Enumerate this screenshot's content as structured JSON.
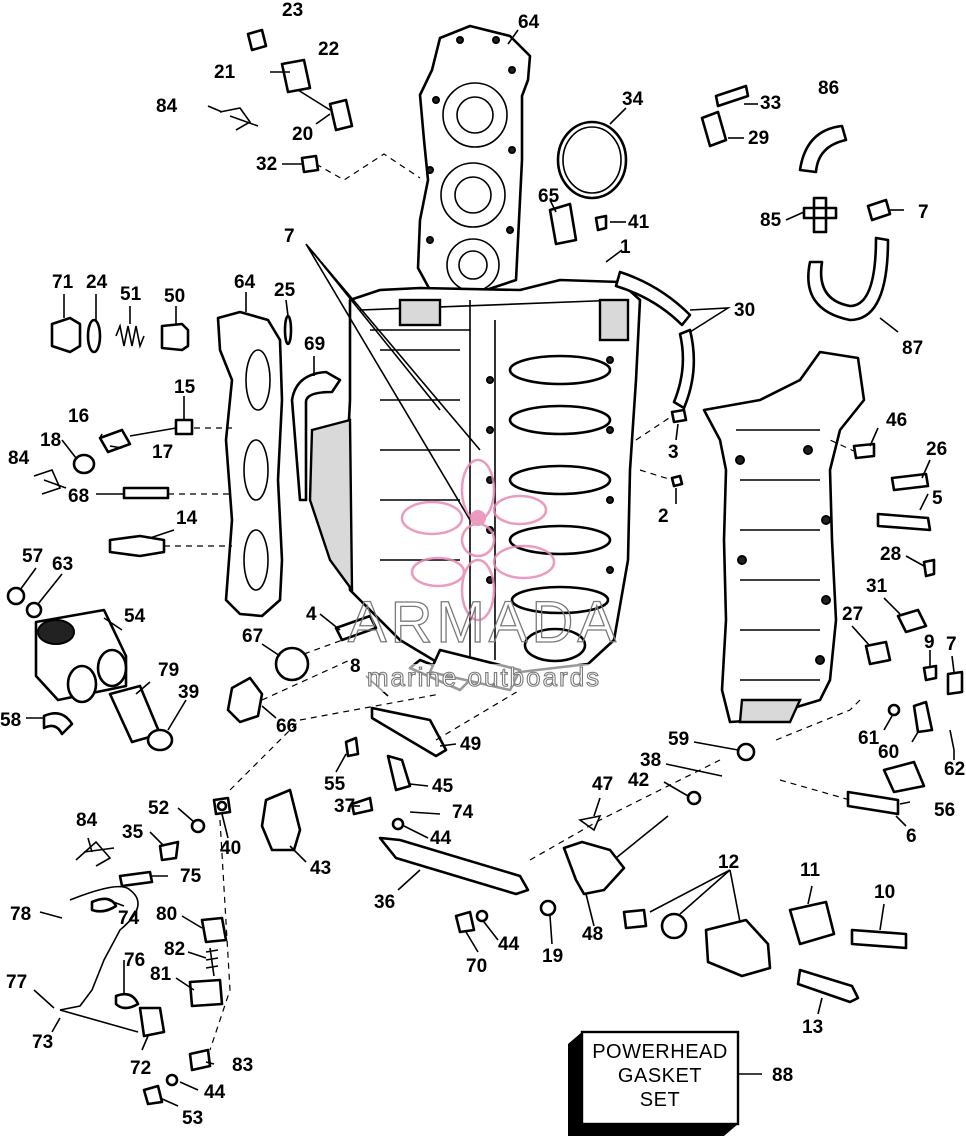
{
  "watermark": {
    "brand": "ARMADA",
    "subtitle": "marine outboards",
    "color": "#e78ab4"
  },
  "gasket_box": {
    "line1": "POWERHEAD",
    "line2": "GASKET",
    "line3": "SET",
    "callout": "88"
  },
  "callouts": [
    {
      "id": "c23",
      "text": "23"
    },
    {
      "id": "c22",
      "text": "22"
    },
    {
      "id": "c21",
      "text": "21"
    },
    {
      "id": "c84a",
      "text": "84"
    },
    {
      "id": "c20",
      "text": "20"
    },
    {
      "id": "c32",
      "text": "32"
    },
    {
      "id": "c64a",
      "text": "64"
    },
    {
      "id": "c34",
      "text": "34"
    },
    {
      "id": "c33",
      "text": "33"
    },
    {
      "id": "c86",
      "text": "86"
    },
    {
      "id": "c29",
      "text": "29"
    },
    {
      "id": "c65",
      "text": "65"
    },
    {
      "id": "c41",
      "text": "41"
    },
    {
      "id": "c85",
      "text": "85"
    },
    {
      "id": "c7a",
      "text": "7"
    },
    {
      "id": "c7b",
      "text": "7"
    },
    {
      "id": "c1",
      "text": "1"
    },
    {
      "id": "c71",
      "text": "71"
    },
    {
      "id": "c24",
      "text": "24"
    },
    {
      "id": "c51",
      "text": "51"
    },
    {
      "id": "c50",
      "text": "50"
    },
    {
      "id": "c64b",
      "text": "64"
    },
    {
      "id": "c25",
      "text": "25"
    },
    {
      "id": "c30",
      "text": "30"
    },
    {
      "id": "c87",
      "text": "87"
    },
    {
      "id": "c69",
      "text": "69"
    },
    {
      "id": "c15",
      "text": "15"
    },
    {
      "id": "c16",
      "text": "16"
    },
    {
      "id": "c18",
      "text": "18"
    },
    {
      "id": "c17",
      "text": "17"
    },
    {
      "id": "c84b",
      "text": "84"
    },
    {
      "id": "c68",
      "text": "68"
    },
    {
      "id": "c46",
      "text": "46"
    },
    {
      "id": "c26",
      "text": "26"
    },
    {
      "id": "c3",
      "text": "3"
    },
    {
      "id": "c2",
      "text": "2"
    },
    {
      "id": "c5",
      "text": "5"
    },
    {
      "id": "c14",
      "text": "14"
    },
    {
      "id": "c57",
      "text": "57"
    },
    {
      "id": "c63",
      "text": "63"
    },
    {
      "id": "c28",
      "text": "28"
    },
    {
      "id": "c31",
      "text": "31"
    },
    {
      "id": "c54",
      "text": "54"
    },
    {
      "id": "c4",
      "text": "4"
    },
    {
      "id": "c27",
      "text": "27"
    },
    {
      "id": "c9",
      "text": "9"
    },
    {
      "id": "c7c",
      "text": "7"
    },
    {
      "id": "c67",
      "text": "67"
    },
    {
      "id": "c8",
      "text": "8"
    },
    {
      "id": "c79",
      "text": "79"
    },
    {
      "id": "c39",
      "text": "39"
    },
    {
      "id": "c58",
      "text": "58"
    },
    {
      "id": "c66",
      "text": "66"
    },
    {
      "id": "c61",
      "text": "61"
    },
    {
      "id": "c60",
      "text": "60"
    },
    {
      "id": "c62",
      "text": "62"
    },
    {
      "id": "c49",
      "text": "49"
    },
    {
      "id": "c59",
      "text": "59"
    },
    {
      "id": "c38",
      "text": "38"
    },
    {
      "id": "c55",
      "text": "55"
    },
    {
      "id": "c45",
      "text": "45"
    },
    {
      "id": "c42",
      "text": "42"
    },
    {
      "id": "c56",
      "text": "56"
    },
    {
      "id": "c47",
      "text": "47"
    },
    {
      "id": "c52",
      "text": "52"
    },
    {
      "id": "c37",
      "text": "37"
    },
    {
      "id": "c74a",
      "text": "74"
    },
    {
      "id": "c84c",
      "text": "84"
    },
    {
      "id": "c35",
      "text": "35"
    },
    {
      "id": "c40",
      "text": "40"
    },
    {
      "id": "c44a",
      "text": "44"
    },
    {
      "id": "c6",
      "text": "6"
    },
    {
      "id": "c43",
      "text": "43"
    },
    {
      "id": "c12",
      "text": "12"
    },
    {
      "id": "c75",
      "text": "75"
    },
    {
      "id": "c11",
      "text": "11"
    },
    {
      "id": "c10",
      "text": "10"
    },
    {
      "id": "c36",
      "text": "36"
    },
    {
      "id": "c78",
      "text": "78"
    },
    {
      "id": "c74b",
      "text": "74"
    },
    {
      "id": "c80",
      "text": "80"
    },
    {
      "id": "c19",
      "text": "19"
    },
    {
      "id": "c48",
      "text": "48"
    },
    {
      "id": "c44b",
      "text": "44"
    },
    {
      "id": "c76",
      "text": "76"
    },
    {
      "id": "c82",
      "text": "82"
    },
    {
      "id": "c70",
      "text": "70"
    },
    {
      "id": "c81",
      "text": "81"
    },
    {
      "id": "c77",
      "text": "77"
    },
    {
      "id": "c13",
      "text": "13"
    },
    {
      "id": "c73",
      "text": "73"
    },
    {
      "id": "c72",
      "text": "72"
    },
    {
      "id": "c83",
      "text": "83"
    },
    {
      "id": "c44c",
      "text": "44"
    },
    {
      "id": "c53",
      "text": "53"
    }
  ]
}
